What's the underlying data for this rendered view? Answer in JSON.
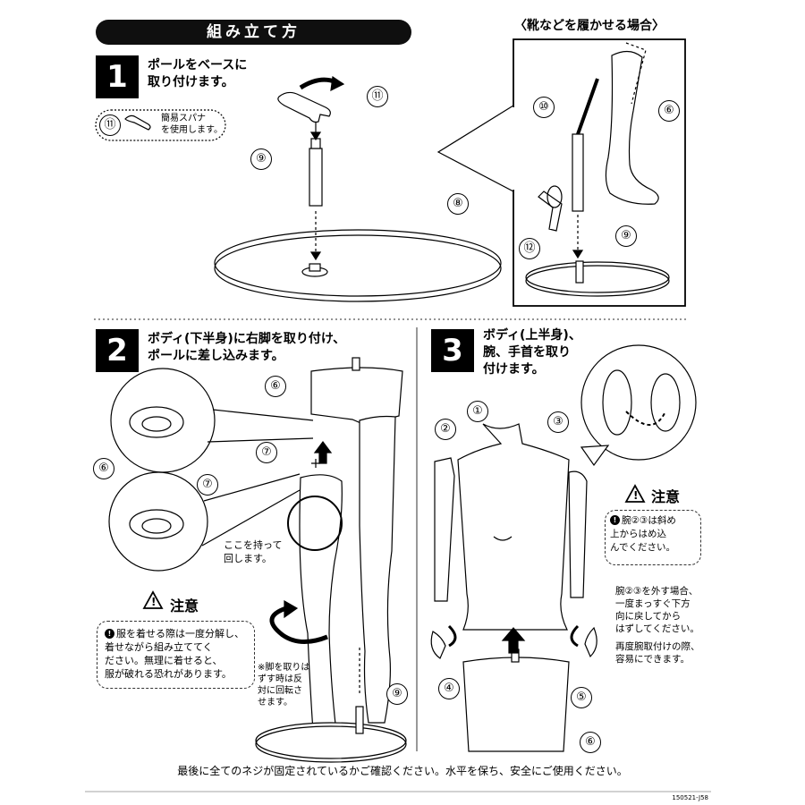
{
  "header": {
    "title": "組み立て方"
  },
  "boot_section": {
    "title": "〈靴などを履かせる場合〉"
  },
  "step1": {
    "number": "1",
    "text": "ポールをベースに\n取り付けます。",
    "wrench_note": "簡易スパナ\nを使用します。"
  },
  "step2": {
    "number": "2",
    "text": "ボディ(下半身)に右脚を取り付け、\nポールに差し込みます。",
    "hold_note": "ここを持って\n回します。",
    "caution_title": "注意",
    "caution_text": "服を着せる際は一度分解し、\n着せながら組み立ててく\nださい。無理に着せると、\n服が破れる恐れがあります。",
    "remove_note": "※脚を取りは\nずす時は反\n対に回転さ\nせます。"
  },
  "step3": {
    "number": "3",
    "text": "ボディ(上半身)、\n腕、手首を取り\n付けます。",
    "caution_title": "注意",
    "caution_text": "腕②③は斜め\n上からはめ込\nんでください。",
    "remove_note": "腕②③を外す場合、\n一度まっすぐ下方\n向に戻してから\nはずしてください。",
    "reattach_note": "再度腕取付けの際、\n容易にできます。"
  },
  "parts": {
    "p1": "①",
    "p2": "②",
    "p3": "③",
    "p4": "④",
    "p5": "⑤",
    "p6": "⑥",
    "p7": "⑦",
    "p8": "⑧",
    "p9": "⑨",
    "p10": "⑩",
    "p11": "⑪",
    "p12": "⑫"
  },
  "footer": {
    "text": "最後に全てのネジが固定されているかご確認ください。水平を保ち、安全にご使用ください。",
    "code": "150521-J58"
  }
}
